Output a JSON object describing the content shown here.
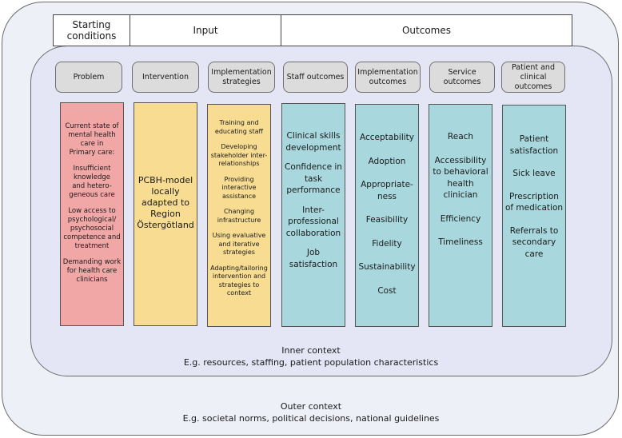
{
  "header": {
    "starting_conditions": "Starting\nconditions",
    "input": "Input",
    "outcomes": "Outcomes"
  },
  "pills": {
    "problem": "Problem",
    "intervention": "Intervention",
    "implementation_strategies": "Implementation strategies",
    "staff_outcomes": "Staff outcomes",
    "implementation_outcomes": "Implementation outcomes",
    "service_outcomes": "Service outcomes",
    "patient_outcomes": "Patient and clinical outcomes"
  },
  "columns": {
    "problem": [
      "Current state of\nmental health\ncare in\nPrimary  care:",
      "Insufficient\nknowledge\nand hetero-\ngeneous care",
      "Low access to\npsychological/\npsychosocial\ncompetence and\ntreatment",
      "Demanding work\nfor health care\nclinicians"
    ],
    "intervention": [
      "PCBH-model\nlocally\nadapted to\nRegion\nÖstergötland"
    ],
    "implementation_strategies": [
      "Training and\neducating staff",
      "Developing\nstakeholder inter-\nrelationships",
      "Providing\ninteractive\nassistance",
      "Changing\ninfrastructure",
      "Using evaluative\nand iterative\nstrategies",
      "Adapting/tailoring\nintervention and\nstrategies to\ncontext"
    ],
    "staff_outcomes": [
      "Clinical skills\ndevelopment",
      "Confidence in\ntask\nperformance",
      "Inter-\nprofessional\ncollaboration",
      "Job\nsatisfaction"
    ],
    "implementation_outcomes": [
      "Acceptability",
      "Adoption",
      "Appropriate-\nness",
      "Feasibility",
      "Fidelity",
      "Sustainability",
      "Cost"
    ],
    "service_outcomes": [
      "Reach",
      "Accessibility\nto behavioral\nhealth\nclinician",
      "Efficiency",
      "Timeliness"
    ],
    "patient_outcomes": [
      "Patient\nsatisfaction",
      "Sick leave",
      "Prescription\nof medication",
      "Referrals to\nsecondary\ncare"
    ]
  },
  "inner_context": {
    "title": "Inner context",
    "subtitle": "E.g. resources, staffing, patient population characteristics"
  },
  "outer_context": {
    "title": "Outer context",
    "subtitle": "E.g. societal norms, political decisions, national guidelines"
  },
  "colors": {
    "problem": "#f2a7a7",
    "input": "#f7dc92",
    "outcomes": "#a8d8de",
    "inner_bg": "#e4e6f5",
    "outer_bg": "#eef0f7",
    "pill": "#dcdcdc"
  }
}
